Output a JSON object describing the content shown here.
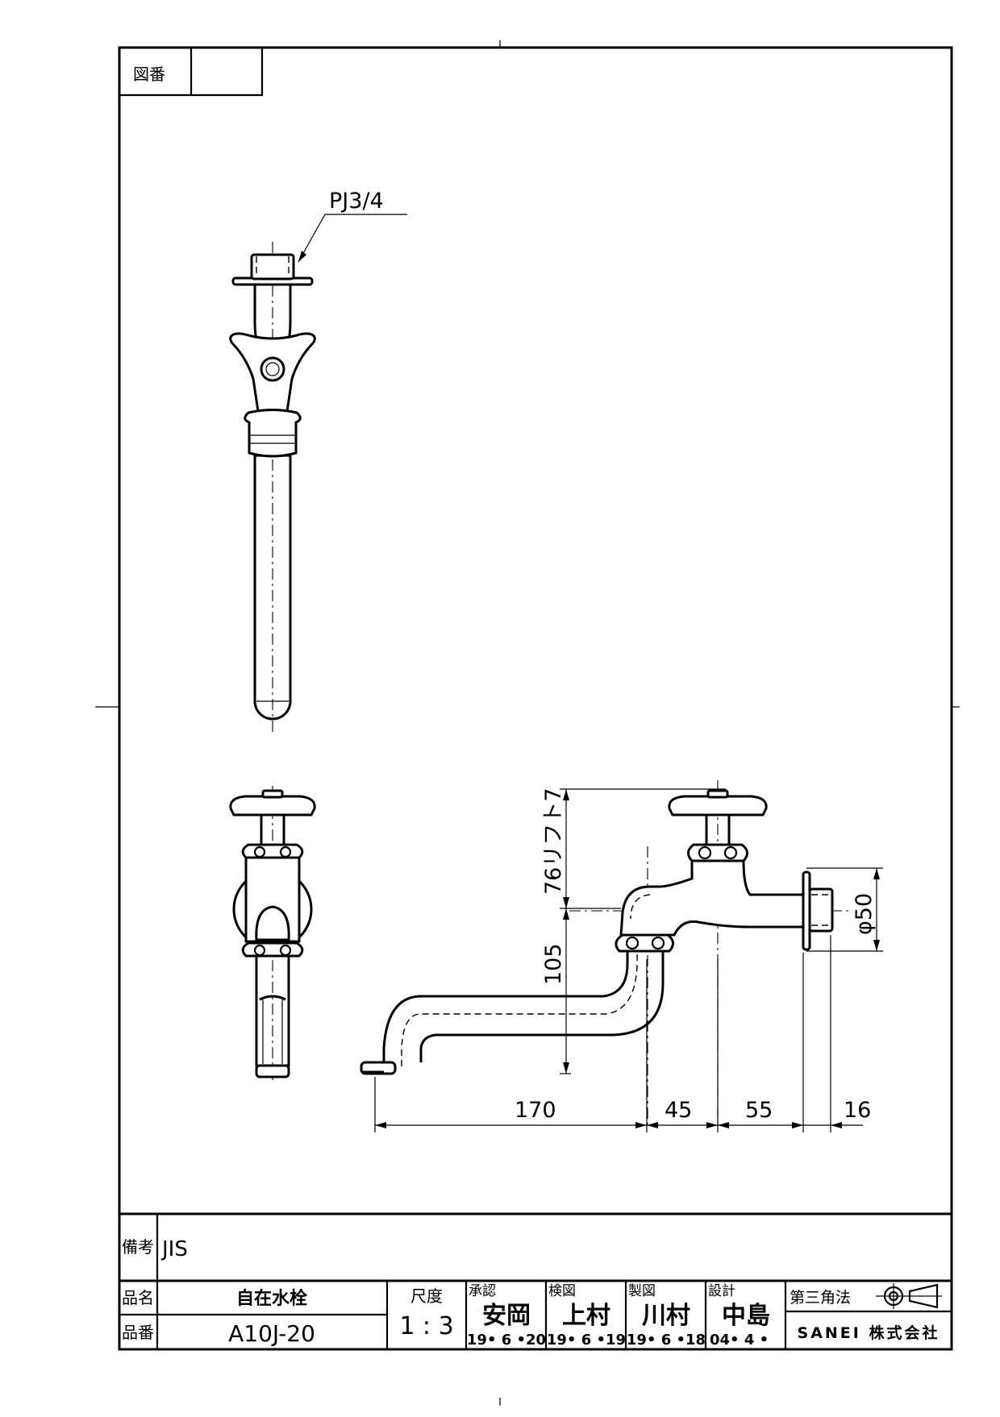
{
  "drawing_no_label": "図番",
  "drawing_no_value": "",
  "callouts": {
    "thread": "PJ3/4",
    "lift": "76リフト7",
    "height": "105",
    "diameter": "φ50",
    "dim_170": "170",
    "dim_45": "45",
    "dim_55": "55",
    "dim_16": "16"
  },
  "notes": {
    "label": "備考",
    "value": "JIS"
  },
  "product_name": {
    "label": "品名",
    "value": "自在水栓"
  },
  "product_number": {
    "label": "品番",
    "value": "A10J-20"
  },
  "scale": {
    "label": "尺度",
    "value": "1 : 3"
  },
  "approvals": [
    {
      "role": "承認",
      "name": "安岡",
      "date": "19• 6 •20"
    },
    {
      "role": "検図",
      "name": "上村",
      "date": "19• 6 •19"
    },
    {
      "role": "製図",
      "name": "川村",
      "date": "19• 6 •18"
    },
    {
      "role": "設計",
      "name": "中島",
      "date": "04• 4 •"
    }
  ],
  "projection": {
    "label": "第三角法"
  },
  "company": "SANEI 株式会社"
}
